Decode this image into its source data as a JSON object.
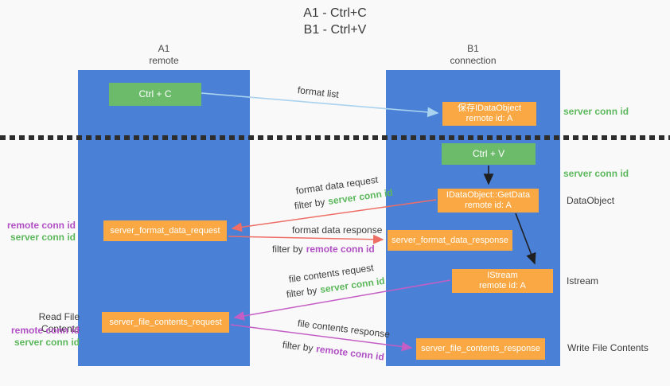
{
  "title": {
    "line1": "A1 - Ctrl+C",
    "line2": "B1 - Ctrl+V"
  },
  "lanes": {
    "a": {
      "id": "A1",
      "label": "remote"
    },
    "b": {
      "id": "B1",
      "label": "connection"
    }
  },
  "boxes": {
    "ctrl_c": "Ctrl + C",
    "save_idataobject": {
      "line1": "保存IDataObject",
      "line2": "remote id: A"
    },
    "ctrl_v": "Ctrl + V",
    "getdata": {
      "line1": "IDataObject::GetData",
      "line2": "remote id: A"
    },
    "format_request": "server_format_data_request",
    "format_response": "server_format_data_response",
    "istream": {
      "line1": "IStream",
      "line2": "remote id: A"
    },
    "file_request": "server_file_contents_request",
    "file_response": "server_file_contents_response"
  },
  "arrow_labels": {
    "format_list": "format list",
    "format_data_request": "format data request",
    "format_data_response": "format data response",
    "file_contents_request": "file contents request",
    "file_contents_response": "file contents response",
    "filter_by": "filter by",
    "server_conn_id": "server conn id",
    "remote_conn_id": "remote conn id"
  },
  "side_labels": {
    "right_server_conn_id_1": "server conn id",
    "right_server_conn_id_2": "server conn id",
    "dataobject": "DataObject",
    "istream": "Istream",
    "write_file_contents": "Write File Contents",
    "read_file_contents": "Read File Contents",
    "left_remote_conn_id_1": "remote conn id",
    "left_server_conn_id_1": "server conn id",
    "left_remote_conn_id_2": "remote conn id",
    "left_server_conn_id_2": "server conn id"
  },
  "colors": {
    "lane_blue": "#4a80d6",
    "box_green": "#6cbb6b",
    "box_orange": "#f9a843",
    "label_green": "#5cb85c",
    "label_purple": "#b14fc4",
    "arrow_red": "#ee6e66",
    "arrow_magenta": "#c45ec4",
    "arrow_lightblue": "#a9d3ee",
    "arrow_black": "#1f1f1f",
    "divider_black": "#2e2e2e"
  }
}
